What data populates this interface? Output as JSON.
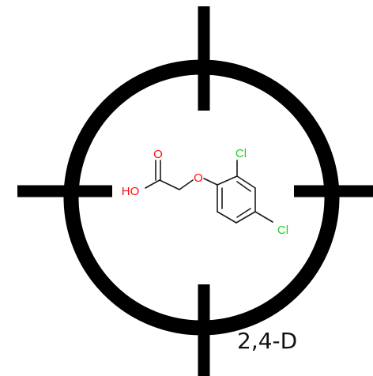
{
  "compound": {
    "name": "2,4-D"
  },
  "atoms": {
    "carbonyl_oxygen": "O",
    "hydroxyl": "HO",
    "ether_oxygen": "O",
    "chlorine_ortho": "Cl",
    "chlorine_para": "Cl"
  },
  "colors": {
    "reticle": "#000000",
    "bond": "#1a1a1a",
    "oxygen": "#ff0d0d",
    "chlorine": "#1fd01f",
    "name_text": "#111111"
  }
}
